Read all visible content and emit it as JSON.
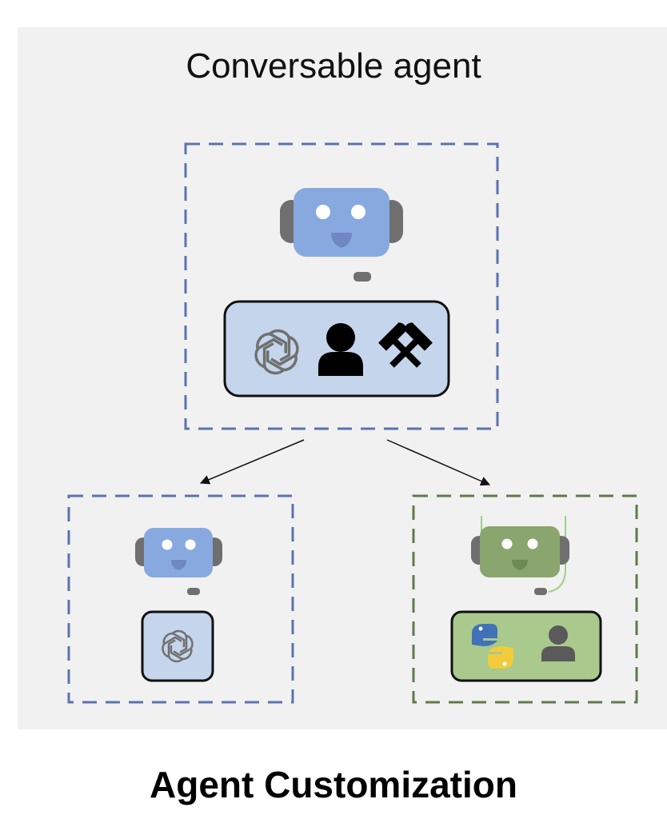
{
  "diagram": {
    "title": "Conversable agent",
    "caption": "Agent Customization",
    "colors": {
      "panel_background": "#f1f1f1",
      "blue_border": "#5b72b0",
      "green_border": "#5e7a4a",
      "robot_blue": "#88a9e0",
      "robot_green": "#8aa56e",
      "capability_box_blue": "#c5d5ec",
      "capability_box_green": "#a9c98d",
      "ear_gray": "#6f6f6f"
    },
    "nodes": [
      {
        "id": "conversable-agent",
        "robot_color": "blue",
        "capabilities": [
          "openai-icon",
          "human-icon",
          "tools-icon"
        ]
      },
      {
        "id": "assistant-agent",
        "robot_color": "blue",
        "capabilities": [
          "openai-icon"
        ]
      },
      {
        "id": "user-proxy-agent",
        "robot_color": "green",
        "capabilities": [
          "python-icon",
          "human-icon"
        ]
      }
    ],
    "edges": [
      {
        "from": "conversable-agent",
        "to": "assistant-agent"
      },
      {
        "from": "conversable-agent",
        "to": "user-proxy-agent"
      }
    ]
  }
}
